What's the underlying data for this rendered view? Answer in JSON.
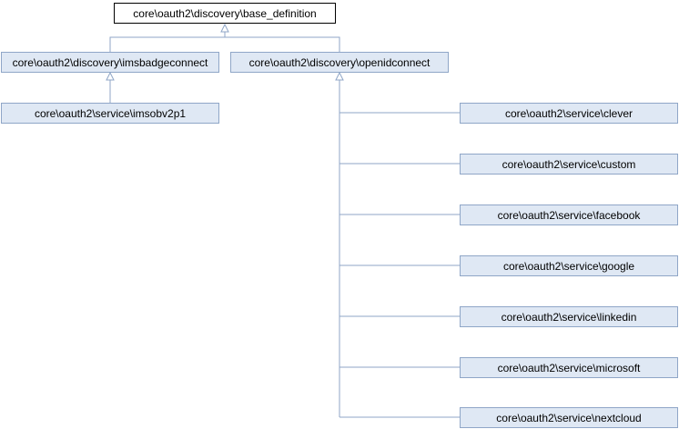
{
  "diagram": {
    "type": "inheritance-graph",
    "colors": {
      "node_fill": "#dfe8f4",
      "node_border": "#8fa6c7",
      "base_fill": "#ffffff",
      "base_border": "#000000",
      "edge": "#8fa6c7"
    },
    "nodes": {
      "base_definition": "core\\oauth2\\discovery\\base_definition",
      "imsbadgeconnect": "core\\oauth2\\discovery\\imsbadgeconnect",
      "openidconnect": "core\\oauth2\\discovery\\openidconnect",
      "imsobv2p1": "core\\oauth2\\service\\imsobv2p1",
      "clever": "core\\oauth2\\service\\clever",
      "custom": "core\\oauth2\\service\\custom",
      "facebook": "core\\oauth2\\service\\facebook",
      "google": "core\\oauth2\\service\\google",
      "linkedin": "core\\oauth2\\service\\linkedin",
      "microsoft": "core\\oauth2\\service\\microsoft",
      "nextcloud": "core\\oauth2\\service\\nextcloud"
    },
    "edges": [
      {
        "from": "imsbadgeconnect",
        "to": "base_definition"
      },
      {
        "from": "openidconnect",
        "to": "base_definition"
      },
      {
        "from": "imsobv2p1",
        "to": "imsbadgeconnect"
      },
      {
        "from": "clever",
        "to": "openidconnect"
      },
      {
        "from": "custom",
        "to": "openidconnect"
      },
      {
        "from": "facebook",
        "to": "openidconnect"
      },
      {
        "from": "google",
        "to": "openidconnect"
      },
      {
        "from": "linkedin",
        "to": "openidconnect"
      },
      {
        "from": "microsoft",
        "to": "openidconnect"
      },
      {
        "from": "nextcloud",
        "to": "openidconnect"
      }
    ]
  }
}
